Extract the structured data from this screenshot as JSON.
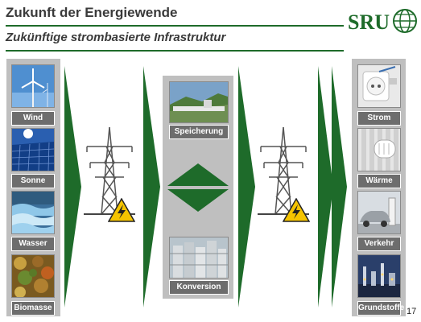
{
  "header": {
    "title": "Zukunft der Energiewende",
    "subtitle": "Zukünftige strombasierte Infrastruktur",
    "logo_text": "SRU"
  },
  "sources": [
    "Wind",
    "Sonne",
    "Wasser",
    "Biomasse"
  ],
  "middle": {
    "top_label": "Speicherung",
    "bottom_label": "Konversion"
  },
  "uses": [
    "Strom",
    "Wärme",
    "Verkehr",
    "Grundstoffe"
  ],
  "page_number": "17",
  "colors": {
    "accent_green": "#1e6b2a",
    "panel_grey": "#bfbfbf",
    "label_grey": "#6d6d6d",
    "warning_yellow": "#f5c400"
  },
  "icons": [
    "wind-turbine-icon",
    "solar-panel-icon",
    "water-icon",
    "biomass-icon",
    "power-pylon-icon",
    "high-voltage-warning-icon",
    "storage-icon",
    "conversion-plant-icon",
    "power-socket-icon",
    "thermostat-icon",
    "electric-car-icon",
    "industrial-plant-icon"
  ]
}
